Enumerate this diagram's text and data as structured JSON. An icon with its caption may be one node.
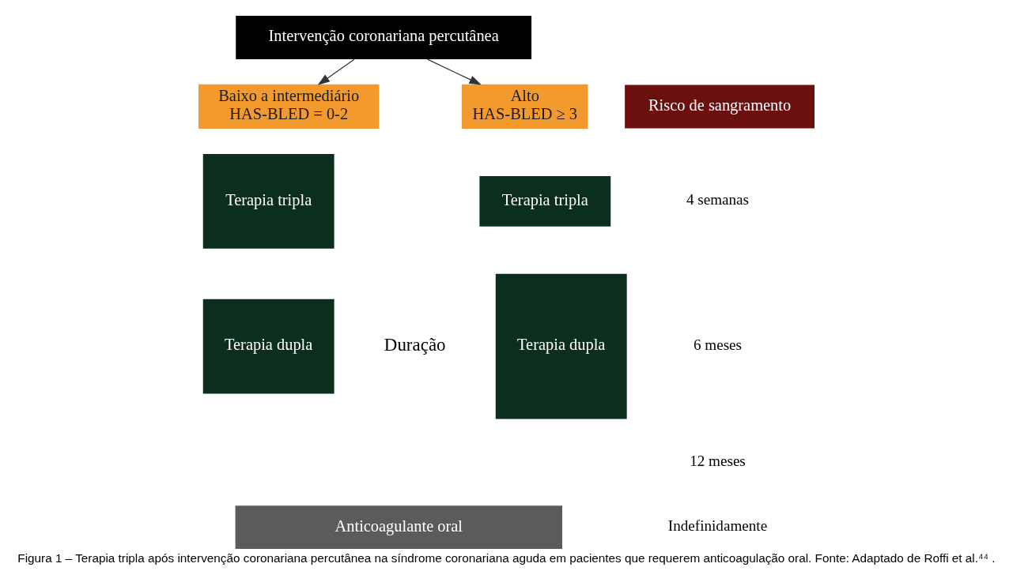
{
  "diagram": {
    "caption": "Figura 1 – Terapia tripla após intervenção coronariana percutânea na síndrome coronariana aguda em pacientes que requerem anticoagulação oral. Fonte: Adaptado de Roffi et al.⁴⁴ .",
    "nodes": [
      {
        "text": [
          "Intervenção coronariana percutânea"
        ]
      },
      {
        "text": [
          "Baixo a intermediário",
          "HAS-BLED = 0-2"
        ]
      },
      {
        "text": [
          "Alto",
          "HAS-BLED ≥ 3"
        ]
      },
      {
        "text": [
          "Risco de sangramento"
        ]
      },
      {
        "text": [
          "Terapia tripla"
        ]
      },
      {
        "text": [
          "Terapia dupla"
        ]
      },
      {
        "text": [
          "Terapia tripla"
        ]
      },
      {
        "text": [
          "Terapia dupla"
        ]
      },
      {
        "text": [
          "Anticoagulante oral"
        ]
      }
    ],
    "edges": [
      {
        "from": 0,
        "to": 1,
        "arrow": "to"
      },
      {
        "from": 0,
        "to": 2,
        "arrow": "to"
      }
    ],
    "labels": [
      "Duração",
      "4 semanas",
      "6 meses",
      "12 meses",
      "Indefinidamente"
    ]
  }
}
